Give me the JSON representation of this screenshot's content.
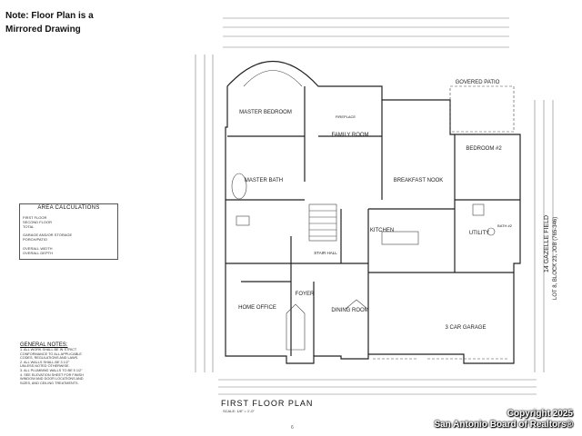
{
  "note": {
    "line1": "Note: Floor Plan is a",
    "line2": "Mirrored Drawing"
  },
  "rooms": {
    "master_bedroom": "MASTER BEDROOM",
    "family_room": "FAMILY ROOM",
    "master_bath": "MASTER BATH",
    "breakfast_nook": "BREAKFAST NOOK",
    "bedroom2": "BEDROOM #2",
    "bath2": "BATH #2",
    "kitchen": "KITCHEN",
    "utility": "UTILITY",
    "stair_hall": "STAIR HALL",
    "home_office": "HOME OFFICE",
    "foyer": "FOYER",
    "dining_room": "DINING ROOM",
    "garage": "3 CAR GARAGE",
    "patio": "GOVERED PATIO",
    "fireplace": "FIREPLACE"
  },
  "area": {
    "title": "AREA CALCULATIONS",
    "rows": [
      "FIRST FLOOR",
      "SECOND FLOOR",
      "TOTAL",
      "GARAGE AND/OR STORAGE",
      "PORCH/PATIO",
      "OVERALL WIDTH",
      "OVERALL DEPTH"
    ]
  },
  "notes": {
    "title": "GENERAL NOTES:",
    "items": [
      "1. ALL WORK SHALL BE IN STRICT",
      "   CONFORMANCE TO ALL APPLICABLE",
      "   CODES, REGULATIONS AND LAWS.",
      "2. ALL WALLS SHALL BE 3 1/2\"",
      "   UNLESS NOTED OTHERWISE.",
      "3. ALL PLUMBING WALLS TO BE 5 1/2\"",
      "4. SEE ELEVATION SHEET FOR FINISH",
      "   WINDOW AND DOOR LOCATIONS AND",
      "   SIZES, AND CEILING TREATMENTS."
    ]
  },
  "plan": {
    "title": "FIRST FLOOR PLAN",
    "scale": "SCALE: 1/8\" = 1'-0\""
  },
  "vertical": {
    "line1": "14 GAZELLE FIELD",
    "line2": "LOT 8, BLOCK 23, JOB (765-346)"
  },
  "copyright": {
    "line1": "Copyright 2025",
    "line2": "San Antonio Board of Realtors®"
  },
  "page_number": "6"
}
